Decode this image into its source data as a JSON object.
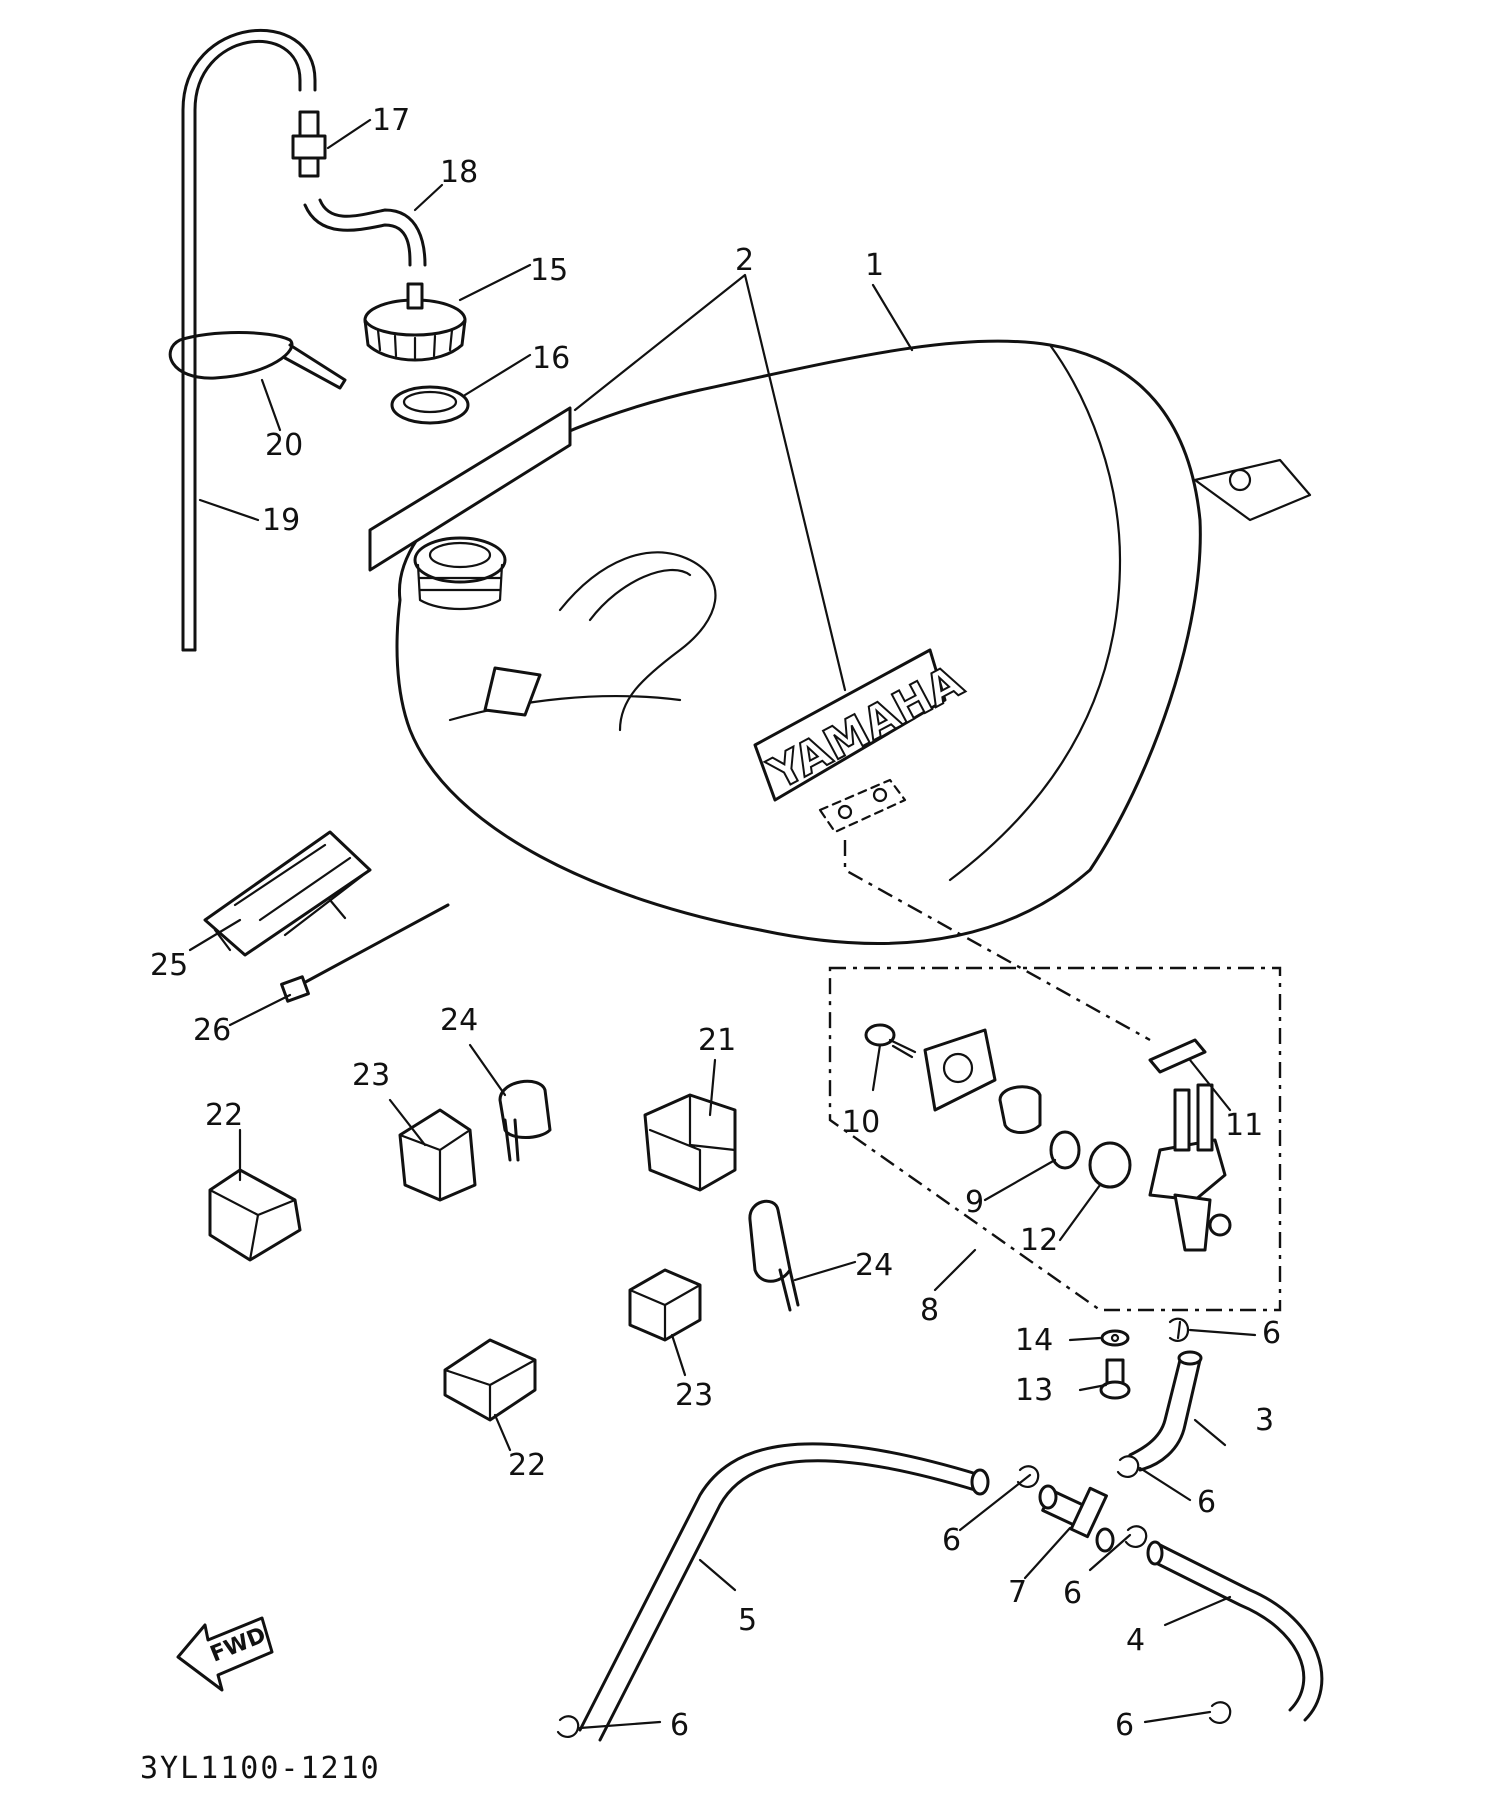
{
  "brand_text": "YAMAHA",
  "fwd_text": "FWD",
  "diagram_code": "3YL1100-1210",
  "callouts": {
    "p1": "1",
    "p2": "2",
    "p3": "3",
    "p4": "4",
    "p5": "5",
    "p6a": "6",
    "p6b": "6",
    "p6c": "6",
    "p6d": "6",
    "p6e": "6",
    "p6f": "6",
    "p7": "7",
    "p8": "8",
    "p9": "9",
    "p10": "10",
    "p11": "11",
    "p12": "12",
    "p13": "13",
    "p14": "14",
    "p15": "15",
    "p16": "16",
    "p17": "17",
    "p18": "18",
    "p19": "19",
    "p20": "20",
    "p21": "21",
    "p22a": "22",
    "p22b": "22",
    "p23a": "23",
    "p23b": "23",
    "p24a": "24",
    "p24b": "24",
    "p25": "25",
    "p26": "26"
  }
}
